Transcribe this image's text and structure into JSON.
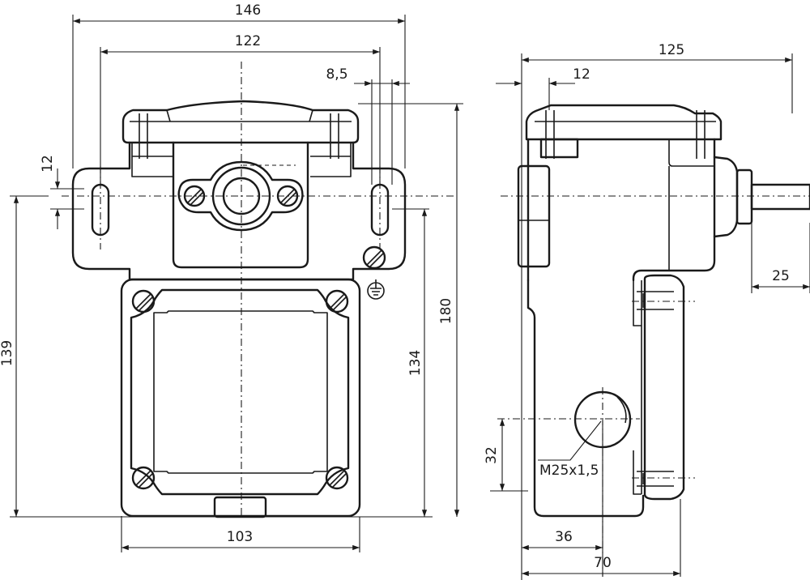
{
  "drawing": {
    "front_view": {
      "width_overall": "146",
      "mounting_hole_spacing": "122",
      "hole_offset": "8,5",
      "slot_height": "12",
      "height_139": "139",
      "height_134": "134",
      "height_180": "180",
      "cover_width": "103"
    },
    "side_view": {
      "depth_overall": "125",
      "lid_offset": "12",
      "shaft_length": "25",
      "entry_height": "32",
      "thread_label": "M25x1,5",
      "entry_offset": "36",
      "body_depth": "70"
    }
  }
}
